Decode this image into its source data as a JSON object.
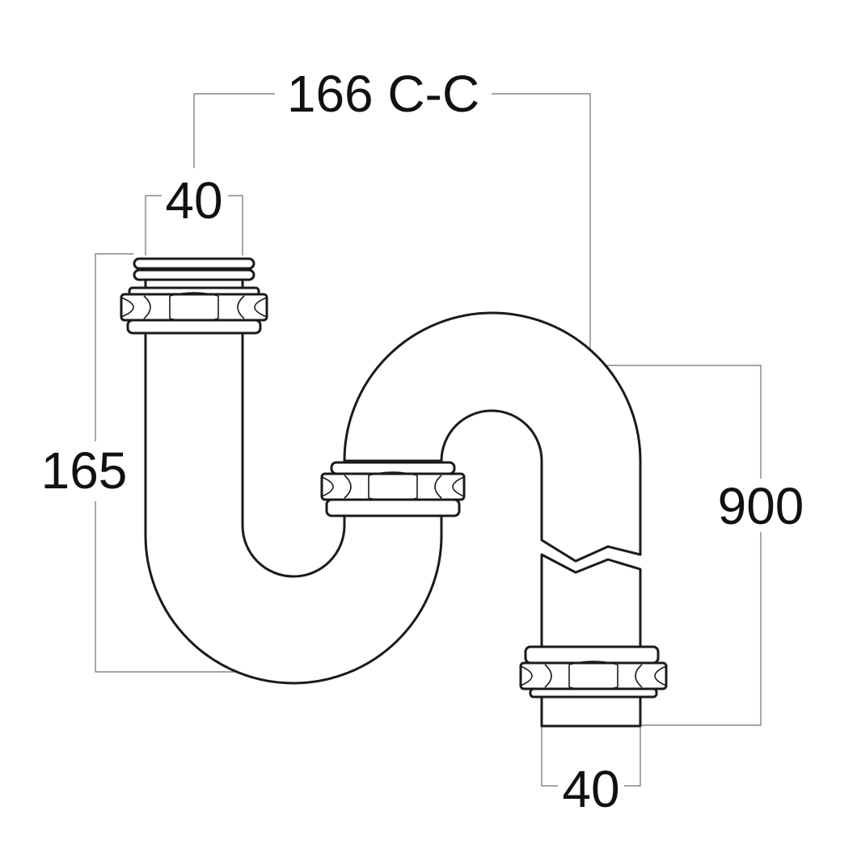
{
  "dimensions": {
    "center_to_center": "166 C-C",
    "inlet_diameter": "40",
    "trap_height": "165",
    "outlet_length": "900",
    "outlet_diameter": "40"
  },
  "colors": {
    "outline": "#1a1a1a",
    "dimension_line": "#6e6e6e",
    "background": "#ffffff"
  }
}
